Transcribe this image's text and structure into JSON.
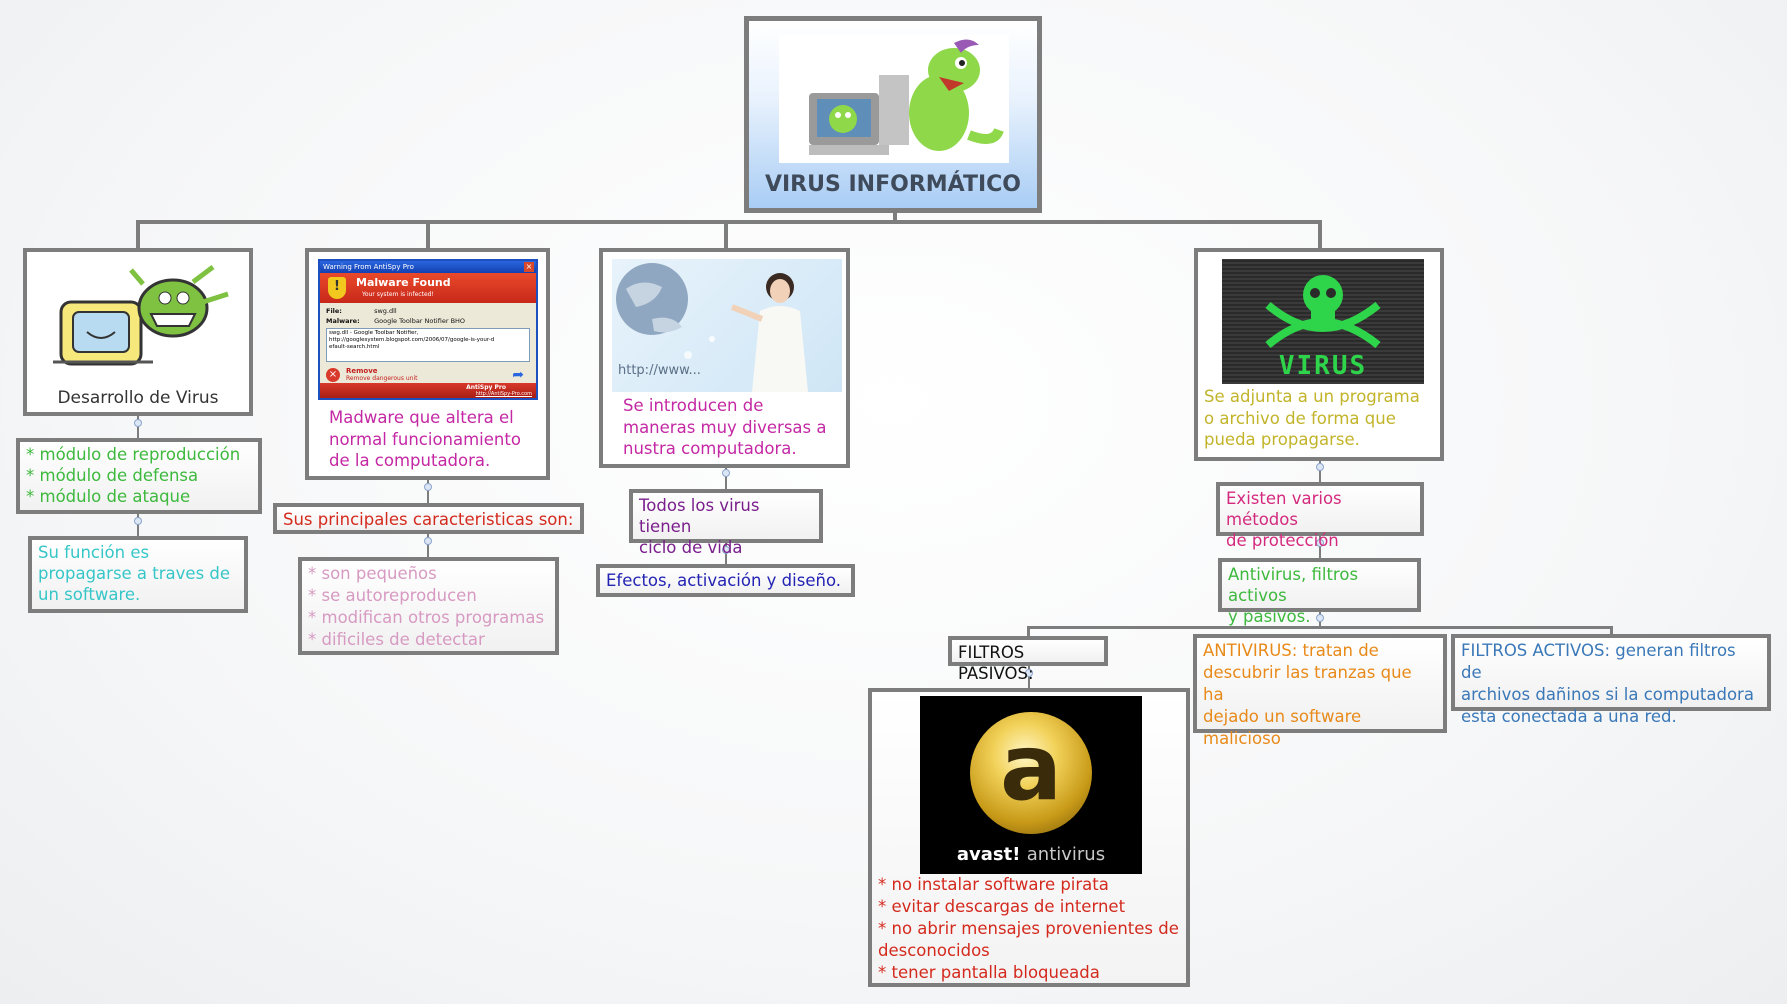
{
  "central": {
    "title": "VIRUS INFORMÁTICO",
    "gradient_top": "#ffffff",
    "gradient_bottom": "#a9cdf5"
  },
  "branches": {
    "desarrollo": {
      "caption": "Desarrollo de Virus",
      "modules": "* módulo de reproducción\n* módulo de defensa\n* módulo de ataque",
      "function": "Su función es\npropagarse a traves de\nun software.",
      "image_icon": "cartoon-virus-attacking-computer"
    },
    "madware": {
      "window_title": "Warning From AntiSpy Pro",
      "alert_title": "Malware Found",
      "alert_subtitle": "Your system is infected!",
      "file_label": "File:",
      "file_value": "swg.dll",
      "malware_label": "Malware:",
      "malware_value": "Google Toolbar Notifier BHO",
      "details": "swg.dll - Google Toolbar Notifier,\nhttp://googlesystem.blogspot.com/2006/07/google-is-your-d\nefault-search.html",
      "remove_label": "Remove",
      "remove_sub": "Remove dangerous unit",
      "brand": "AntiSpy Pro",
      "brand_url": "http://AntiSpy-Pro.com",
      "text": "Madware que altera el\nnormal funcionamiento\nde la computadora.",
      "characteristics_heading": "Sus principales caracteristicas son:",
      "characteristics": "* son pequeños\n* se autoreproducen\n* modifican otros programas\n* dificiles de detectar"
    },
    "introducen": {
      "url_text": "http://www...",
      "text": "Se introducen de\nmaneras muy diversas a\nnustra computadora.",
      "cycle": "Todos los virus tienen\nciclo de vida",
      "effects": "Efectos, activación y diseño."
    },
    "adjunta": {
      "image_text": "VIRUS",
      "text": "Se adjunta a un programa\no archivo de forma que\npueda propagarse.",
      "methods": "Existen varios métodos\nde protección",
      "antivirus_filters": "Antivirus, filtros activos\ny pasivos."
    },
    "protection": {
      "passive_heading": "FILTROS PASIVOS:",
      "avast_letter": "a",
      "avast_brand": "avast!",
      "avast_word": "antivirus",
      "passive_list": "* no instalar software pirata\n* evitar descargas de internet\n* no abrir mensajes provenientes de\ndesconocidos\n* tener pantalla bloqueada",
      "antivirus_text": "ANTIVIRUS: tratan de\ndescubrir las tranzas que ha\ndejado un software\nmalicioso",
      "active_filters_text": "FILTROS ACTIVOS: generan filtros de\narchivos dañinos si la computadora\nesta conectada a una red."
    }
  },
  "colors": {
    "border": "#7d7d7d",
    "green": "#3db93d",
    "cyan": "#36c6c8",
    "magenta": "#c428a4",
    "red": "#d42a1e",
    "pink_light": "#d79ac2",
    "purple": "#7a1e8c",
    "blue": "#2323b4",
    "olive": "#c2b42a",
    "orange": "#e88a1a",
    "steel_blue": "#3a78b8",
    "dark_red": "#c3262e"
  }
}
